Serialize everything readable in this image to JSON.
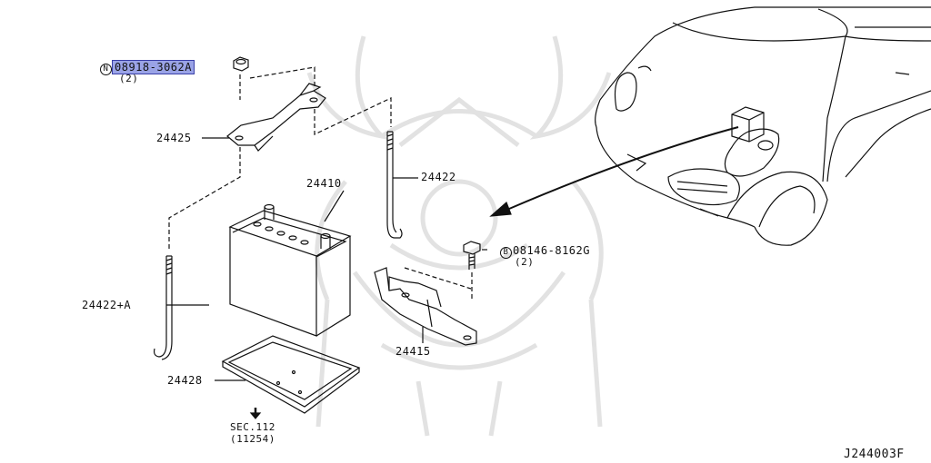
{
  "diagram_code": "J244003F",
  "callouts": {
    "nut": {
      "prefix": "N",
      "part": "08918-3062A",
      "qty": "(2)"
    },
    "bolt": {
      "prefix": "B",
      "part": "08146-8162G",
      "qty": "(2)"
    },
    "hold_down_frame": "24425",
    "battery": "24410",
    "rod_long": "24422",
    "rod_short": "24422+A",
    "battery_bracket": "24415",
    "battery_tray": "24428",
    "section_ref": {
      "line1": "SEC.112",
      "line2": "(11254)"
    }
  },
  "colors": {
    "line": "#111111",
    "highlight": "#9aa3e6",
    "watermark": "#d9d9d9"
  },
  "icons": {
    "section_arrow": "arrow-down-icon",
    "watermark": "samurai-helmet-watermark"
  }
}
